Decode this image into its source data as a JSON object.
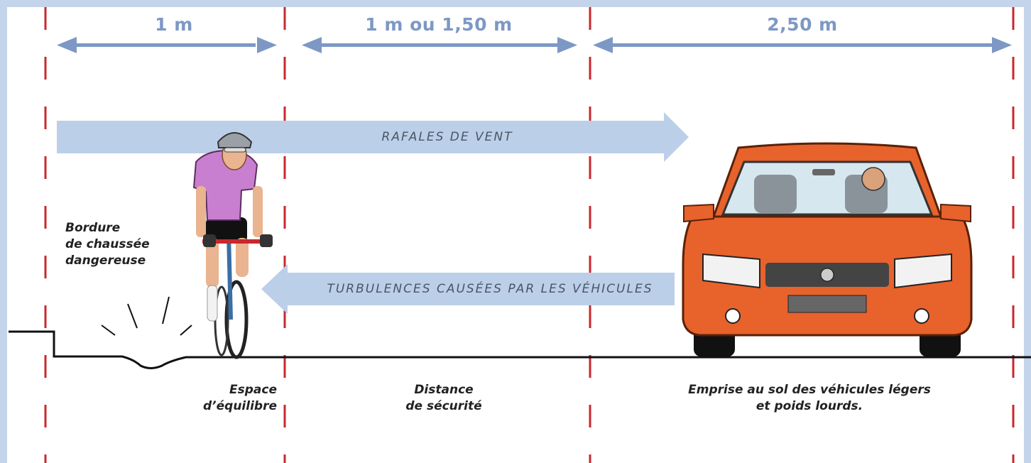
{
  "dimensions": {
    "balance": "1 m",
    "safety": "1 m ou 1,50 m",
    "vehicle": "2,50 m"
  },
  "flows": {
    "wind": "RAFALES DE VENT",
    "turbulence": "TURBULENCES CAUSÉES PAR LES VÉHICULES"
  },
  "captions": {
    "curb": [
      "Bordure",
      "de chaussée",
      "dangereuse"
    ],
    "balance_space": [
      "Espace",
      "d’équilibre"
    ],
    "safety_distance": [
      "Distance",
      "de sécurité"
    ],
    "vehicle_footprint": [
      "Emprise au sol des véhicules légers",
      "et poids lourds."
    ]
  },
  "colors": {
    "frame": "#c4d4eb",
    "dimension_arrow": "#7d98c4",
    "flow_arrow": "#bccfe9",
    "dashed_line": "#c8282d",
    "car_body": "#e8622c",
    "jersey": "#c97fcf"
  }
}
